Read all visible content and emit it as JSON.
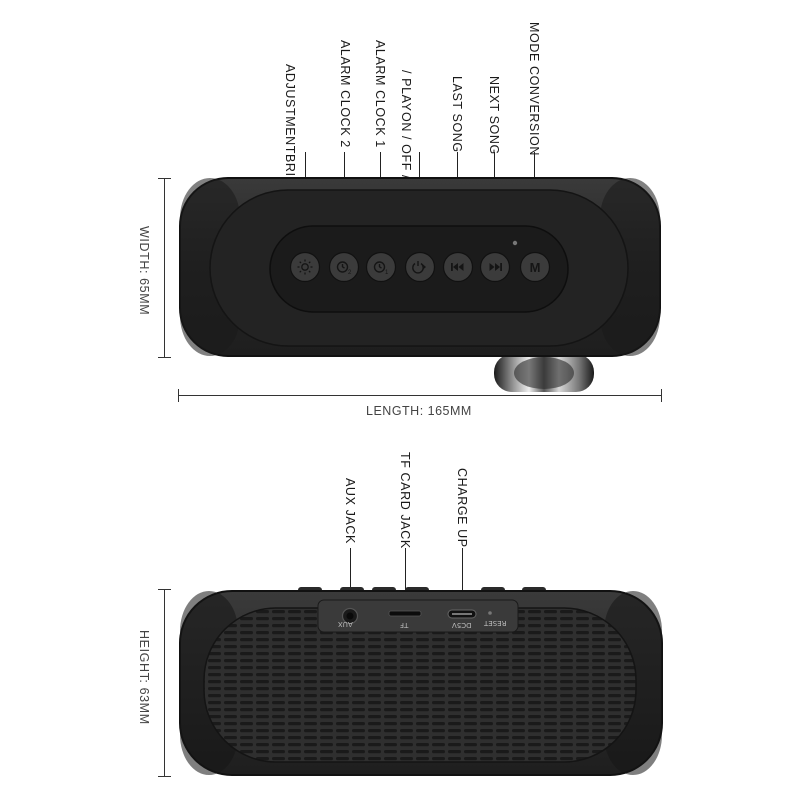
{
  "top_view": {
    "labels": {
      "brightness": [
        "BRIGHTNESS",
        "ADJUSTMENT"
      ],
      "alarm2": "ALARM CLOCK 2",
      "alarm1": "ALARM CLOCK 1",
      "onoff": [
        "ON / OFF / PAUSE",
        "/ PLAY"
      ],
      "last_song": "LAST SONG",
      "next_song": "NEXT SONG",
      "mode": "MODE CONVERSION"
    },
    "buttons": [
      {
        "name": "brightness",
        "icon": "sun-icon"
      },
      {
        "name": "alarm-clock-2",
        "icon": "alarm-clock-2-icon"
      },
      {
        "name": "alarm-clock-1",
        "icon": "alarm-clock-1-icon"
      },
      {
        "name": "power-play",
        "icon": "power-play-icon"
      },
      {
        "name": "last-song",
        "icon": "rewind-icon"
      },
      {
        "name": "next-song",
        "icon": "fast-forward-icon"
      },
      {
        "name": "mode",
        "icon": "mode-m-icon",
        "glyph": "M"
      }
    ],
    "width_label": "WIDTH: 65MM",
    "length_label": "LENGTH: 165MM"
  },
  "back_view": {
    "labels": {
      "aux": "AUX JACK",
      "tf": "TF CARD JACK",
      "charge": "CHARGE UP"
    },
    "port_labels": {
      "aux": "AUX",
      "tf": "TF",
      "dc": "DC5V",
      "reset": "RESET"
    },
    "height_label": "HEIGHT: 63MM"
  },
  "colors": {
    "body": "#2b2b2b",
    "panel": "#1c1c1c",
    "button": "#3a3a3a",
    "line": "#222222"
  }
}
